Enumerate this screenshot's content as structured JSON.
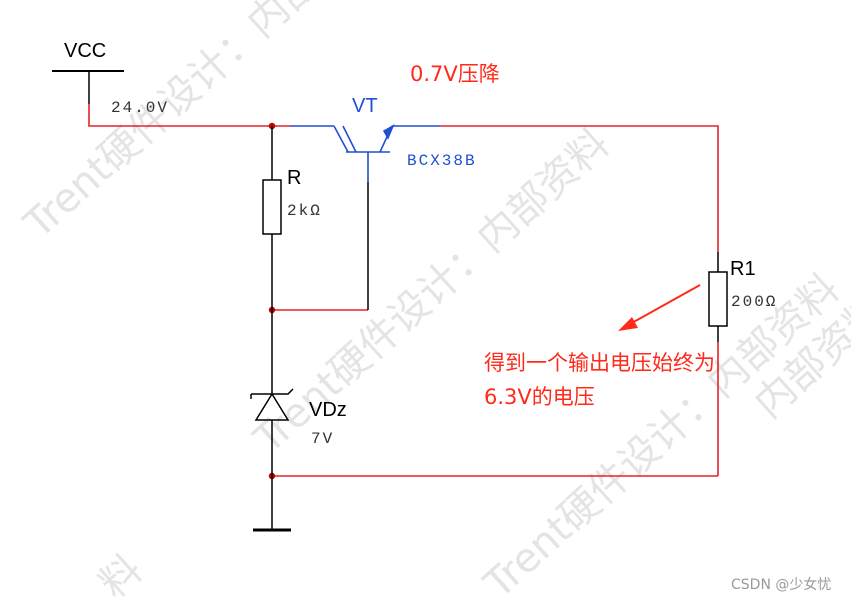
{
  "watermark": {
    "line1": "Trent硬件设计：内部资料",
    "line2": "Trent硬件设计：内部资料",
    "line3": "Trent硬件设计：内部资料",
    "line4": "内部资料",
    "line5": "料"
  },
  "supply": {
    "label": "VCC",
    "value": "24.0V"
  },
  "transistor": {
    "label": "VT",
    "part": "BCX38B"
  },
  "resistor_base": {
    "label": "R",
    "value": "2kΩ"
  },
  "resistor_load": {
    "label": "R1",
    "value": "200Ω"
  },
  "zener": {
    "label": "VDz",
    "value": "7V"
  },
  "annotations": {
    "drop": "0.7V压降",
    "output_line1": "得到一个输出电压始终为",
    "output_line2": "6.3V的电压"
  },
  "footer": {
    "credit": "CSDN @少女忧"
  },
  "colors": {
    "wire": "#e8202a",
    "component": "#000000",
    "transistor": "#1f4fd6",
    "annotation": "#ff2a1a"
  }
}
